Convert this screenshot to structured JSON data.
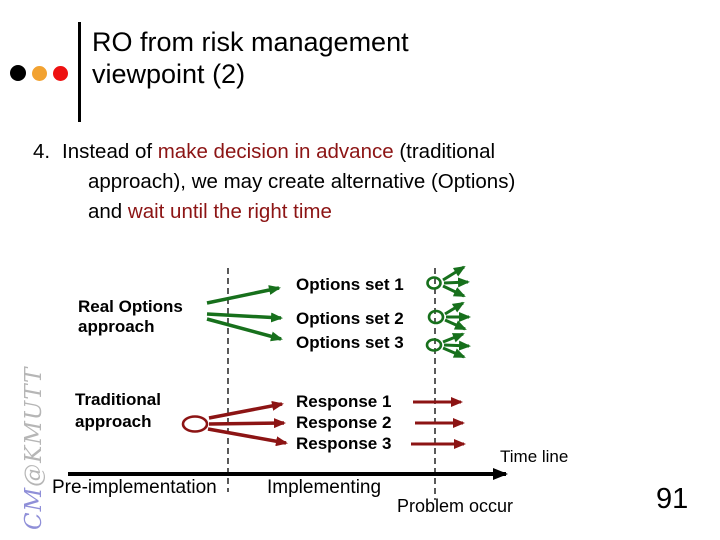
{
  "slide": {
    "title_line1": "RO from risk management",
    "title_line2": "viewpoint (2)",
    "page_number": "91",
    "watermark_cm": "CM",
    "watermark_rest": "@KMUTT"
  },
  "body": {
    "number": "4.",
    "line1_a": "Instead of ",
    "line1_red": "make decision in advance",
    "line1_b": " (traditional",
    "line2": "approach), we may create alternative (Options)",
    "line3_a": "and ",
    "line3_red": "wait until the right time"
  },
  "diagram": {
    "real_options_line1": "Real Options",
    "real_options_line2": "approach",
    "traditional_line1": "Traditional",
    "traditional_line2": "approach",
    "options": [
      "Options set 1",
      "Options set 2",
      "Options set 3"
    ],
    "responses": [
      "Response 1",
      "Response 2",
      "Response 3"
    ],
    "timeline_label": "Time line",
    "phase_pre": "Pre-implementation",
    "phase_impl": "Implementing",
    "problem_label": "Problem occur",
    "colors": {
      "arrow_green": "#17701c",
      "arrow_dark_red": "#8c1414",
      "emphasis_red": "#8c1414",
      "bullet_orange": "#f2a231",
      "bullet_red": "#ee1111",
      "watermark_blue": "#8f8fd8",
      "watermark_gray": "#b6b6b6",
      "timeline_black": "#000000"
    }
  }
}
